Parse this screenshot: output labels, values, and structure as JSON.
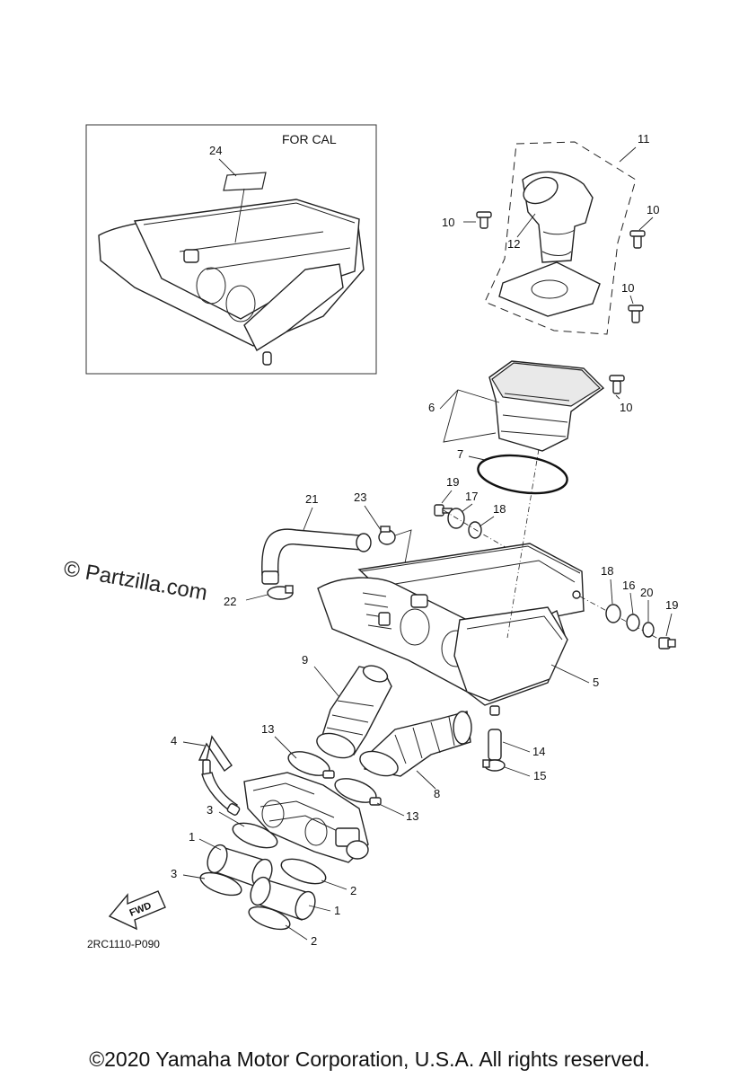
{
  "inset": {
    "title": "FOR CAL",
    "callout": "24"
  },
  "callouts": {
    "c1a": "1",
    "c1b": "1",
    "c2a": "2",
    "c2b": "2",
    "c3a": "3",
    "c3b": "3",
    "c4": "4",
    "c5": "5",
    "c6": "6",
    "c7": "7",
    "c8": "8",
    "c9": "9",
    "c10a": "10",
    "c10b": "10",
    "c10c": "10",
    "c10d": "10",
    "c11": "11",
    "c12": "12",
    "c13a": "13",
    "c13b": "13",
    "c14": "14",
    "c15": "15",
    "c16": "16",
    "c17": "17",
    "c18a": "18",
    "c18b": "18",
    "c19a": "19",
    "c19b": "19",
    "c20": "20",
    "c21": "21",
    "c22": "22",
    "c23": "23"
  },
  "fwd_label": "FWD",
  "diagram_code": "2RC1110-P090",
  "watermark": "© Partzilla.com",
  "copyright": "©2020 Yamaha Motor Corporation, U.S.A. All rights reserved.",
  "icons": {
    "fwd": "fwd-arrow-icon"
  }
}
